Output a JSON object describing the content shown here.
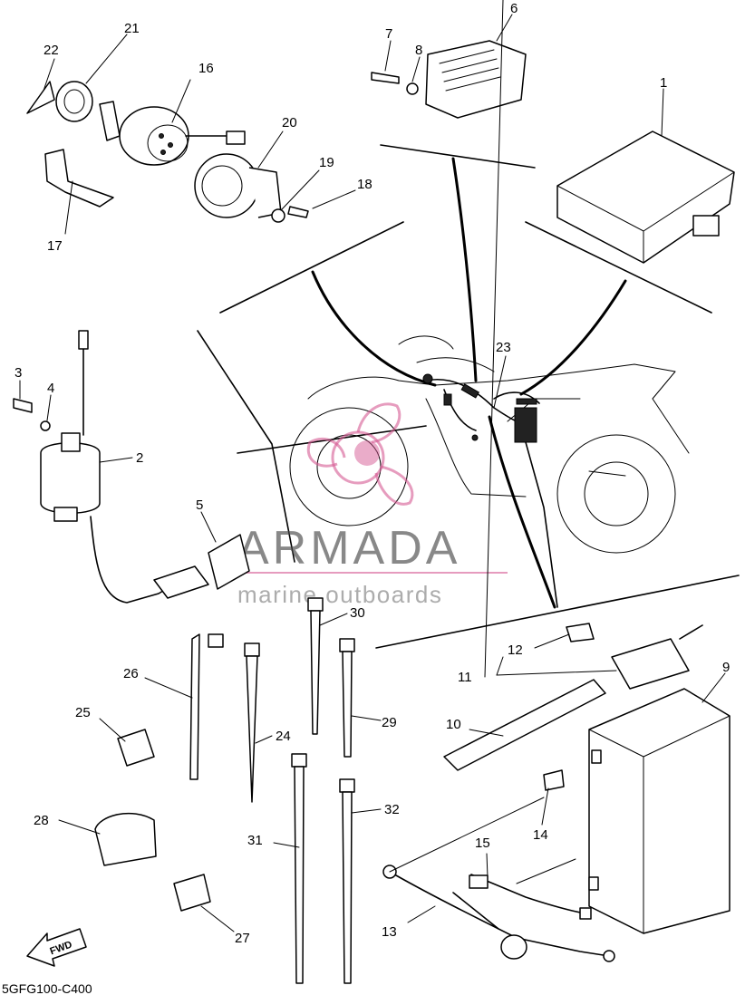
{
  "callouts": [
    "1",
    "2",
    "3",
    "4",
    "5",
    "6",
    "7",
    "8",
    "9",
    "10",
    "11",
    "12",
    "13",
    "14",
    "15",
    "16",
    "17",
    "18",
    "19",
    "20",
    "21",
    "22",
    "23",
    "24",
    "25",
    "26",
    "27",
    "28",
    "29",
    "30",
    "31",
    "32"
  ],
  "fwd_label": "FWD",
  "drawing_code": "5GFG100-C400",
  "watermark": {
    "brand": "ARMADA",
    "tagline": "marine outboards",
    "color": "#d65a93"
  }
}
